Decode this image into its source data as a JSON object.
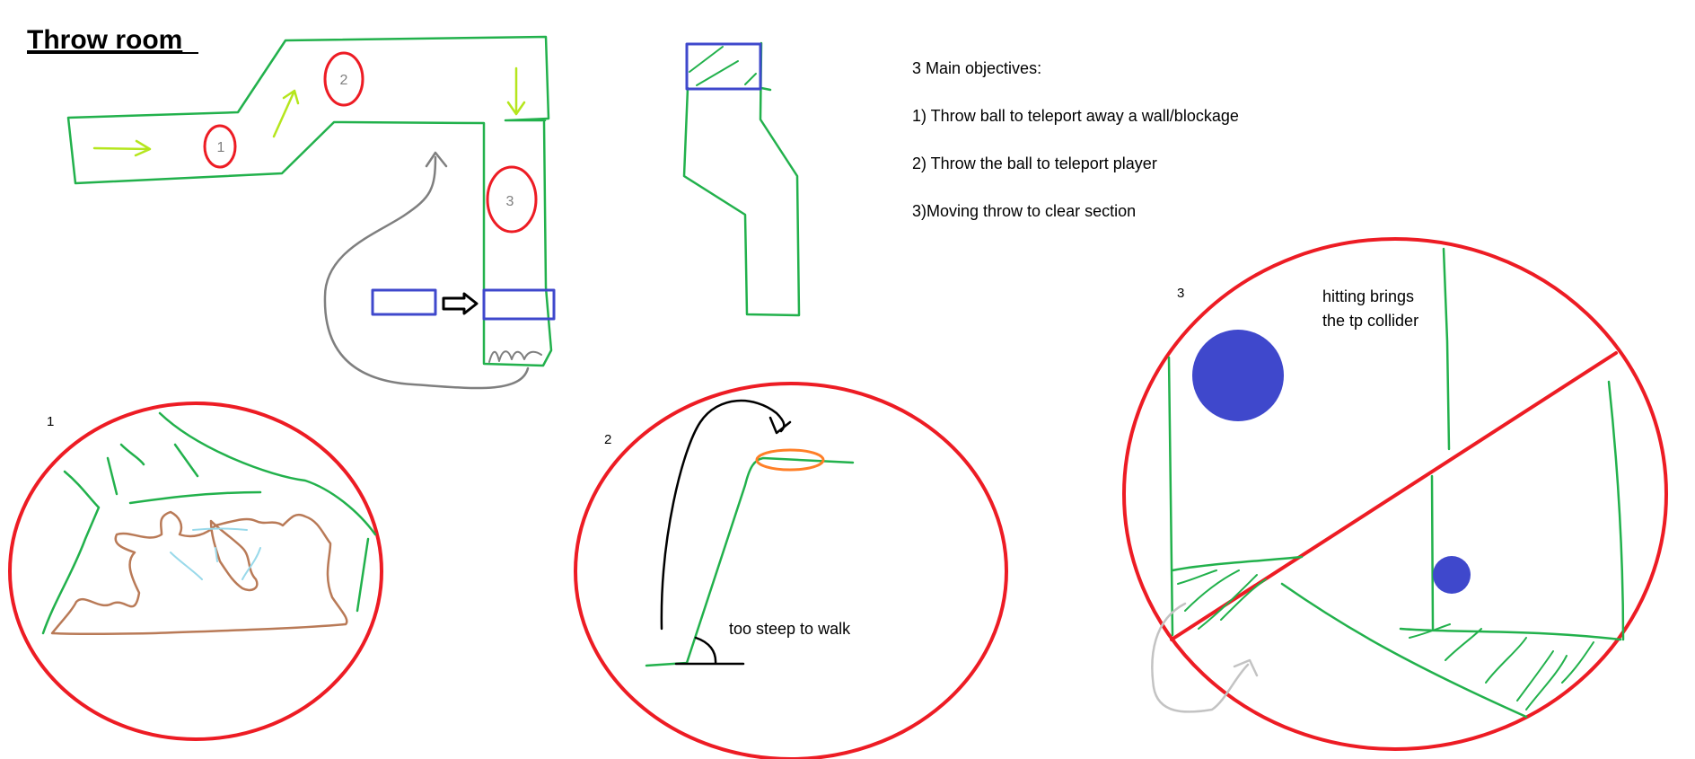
{
  "title": "Throw room",
  "objectives": {
    "heading": "3 Main objectives:",
    "items": [
      "1) Throw ball to teleport away a wall/blockage",
      "2) Throw the ball to teleport player",
      "3)Moving throw to clear section"
    ]
  },
  "map_markers": [
    "1",
    "2",
    "3"
  ],
  "detail_labels": [
    "1",
    "2",
    "3"
  ],
  "annotations": {
    "steep": "too steep to walk",
    "hitting_line1": "hitting brings",
    "hitting_line2": "the tp collider"
  },
  "colors": {
    "wall": "#22b14c",
    "marker": "#ed1c24",
    "box": "#3f48cc",
    "arrow_flow": "#b5e61d",
    "path": "#7f7f7f",
    "rock": "#b97a57",
    "water": "#99d9ea",
    "ring": "#ff7f27",
    "ink": "#000000",
    "faint": "#c3c3c3"
  }
}
